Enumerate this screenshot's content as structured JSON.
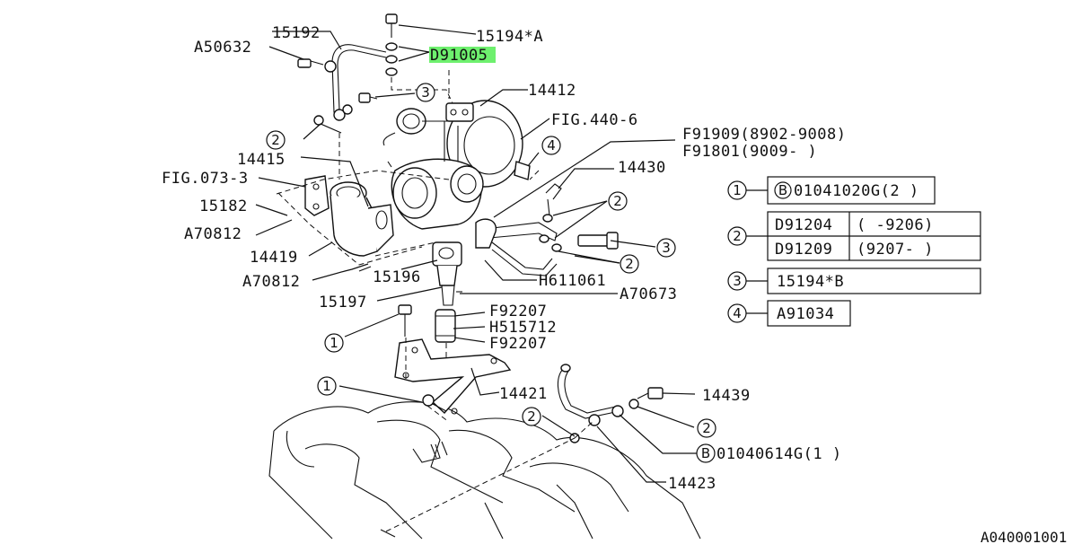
{
  "labels": {
    "p15192": "15192",
    "pA50632": "A50632",
    "p15194A": "15194*A",
    "pD91005": "D91005",
    "p14412": "14412",
    "pFIG440": "FIG.440-6",
    "pF91909": "F91909(8902-9008)",
    "pF91801": "F91801(9009-       )",
    "p14415": "14415",
    "pFIG073": "FIG.073-3",
    "p15182": "15182",
    "pA70812a": "A70812",
    "p14419": "14419",
    "pA70812b": "A70812",
    "p15196": "15196",
    "p15197": "15197",
    "pH611061": "H611061",
    "pA70673": "A70673",
    "pF92207a": "F92207",
    "pH515712": "H515712",
    "pF92207b": "F92207",
    "p14421": "14421",
    "p14430": "14430",
    "p14439": "14439",
    "p14423": "14423",
    "pB01040614G": "01040614G(1 )",
    "diagram_id": "A040001001"
  },
  "callouts": {
    "c1": "1",
    "c2": "2",
    "c3": "3",
    "c4": "4",
    "b": "B"
  },
  "legend": {
    "row1_part": "01041020G(2 )",
    "row2a_part": "D91204",
    "row2a_range": "(      -9206)",
    "row2b_part": "D91209",
    "row2b_range": "(9207-      )",
    "row3_part": "15194*B",
    "row4_part": "A91034"
  },
  "highlight_color": "#6ef06e"
}
